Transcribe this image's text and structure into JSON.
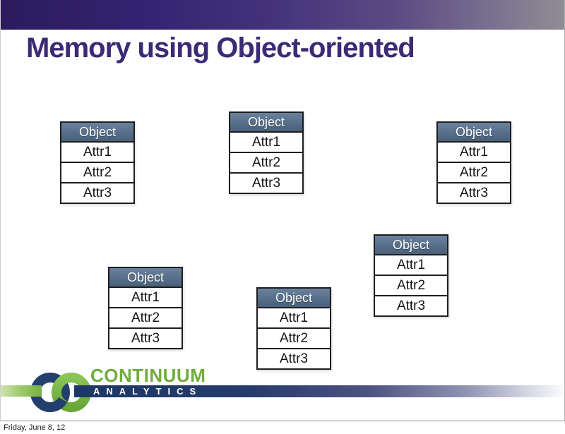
{
  "slide": {
    "title": "Memory using Object-oriented",
    "footer_date": "Friday, June 8, 12"
  },
  "tables": [
    {
      "title": "Object",
      "rows": [
        "Attr1",
        "Attr2",
        "Attr3"
      ]
    },
    {
      "title": "Object",
      "rows": [
        "Attr1",
        "Attr2",
        "Attr3"
      ]
    },
    {
      "title": "Object",
      "rows": [
        "Attr1",
        "Attr2",
        "Attr3"
      ]
    },
    {
      "title": "Object",
      "rows": [
        "Attr1",
        "Attr2",
        "Attr3"
      ]
    },
    {
      "title": "Object",
      "rows": [
        "Attr1",
        "Attr2",
        "Attr3"
      ]
    },
    {
      "title": "Object",
      "rows": [
        "Attr1",
        "Attr2",
        "Attr3"
      ]
    }
  ],
  "logo": {
    "company": "CONTINUUM",
    "division": "ANALYTICS",
    "mark_icon": "interlocked-rings-icon"
  },
  "colors": {
    "topbar_purple": "#2b1b5d",
    "title_purple": "#3b2a75",
    "table_header_slate": "#5a728d",
    "table_border": "#1e1e1e",
    "logo_green": "#76b043",
    "logo_navy": "#1d3a66"
  }
}
